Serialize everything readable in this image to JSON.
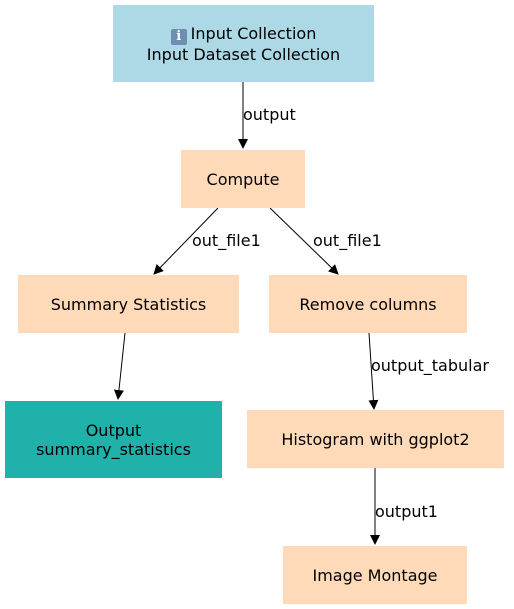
{
  "nodes": {
    "input": {
      "icon": "info-icon",
      "line1": "Input Collection",
      "line2": "Input Dataset Collection"
    },
    "compute": {
      "label": "Compute"
    },
    "summary": {
      "label": "Summary Statistics"
    },
    "remove": {
      "label": "Remove columns"
    },
    "output": {
      "line1": "Output",
      "line2": "summary_statistics"
    },
    "histogram": {
      "label": "Histogram with ggplot2"
    },
    "montage": {
      "label": "Image Montage"
    }
  },
  "edges": {
    "input_compute": "output",
    "compute_summary": "out_file1",
    "compute_remove": "out_file1",
    "remove_histogram": "output_tabular",
    "histogram_montage": "output1"
  },
  "colors": {
    "input": "#add8e6",
    "tool": "#ffdab9",
    "output": "#20b2aa"
  }
}
